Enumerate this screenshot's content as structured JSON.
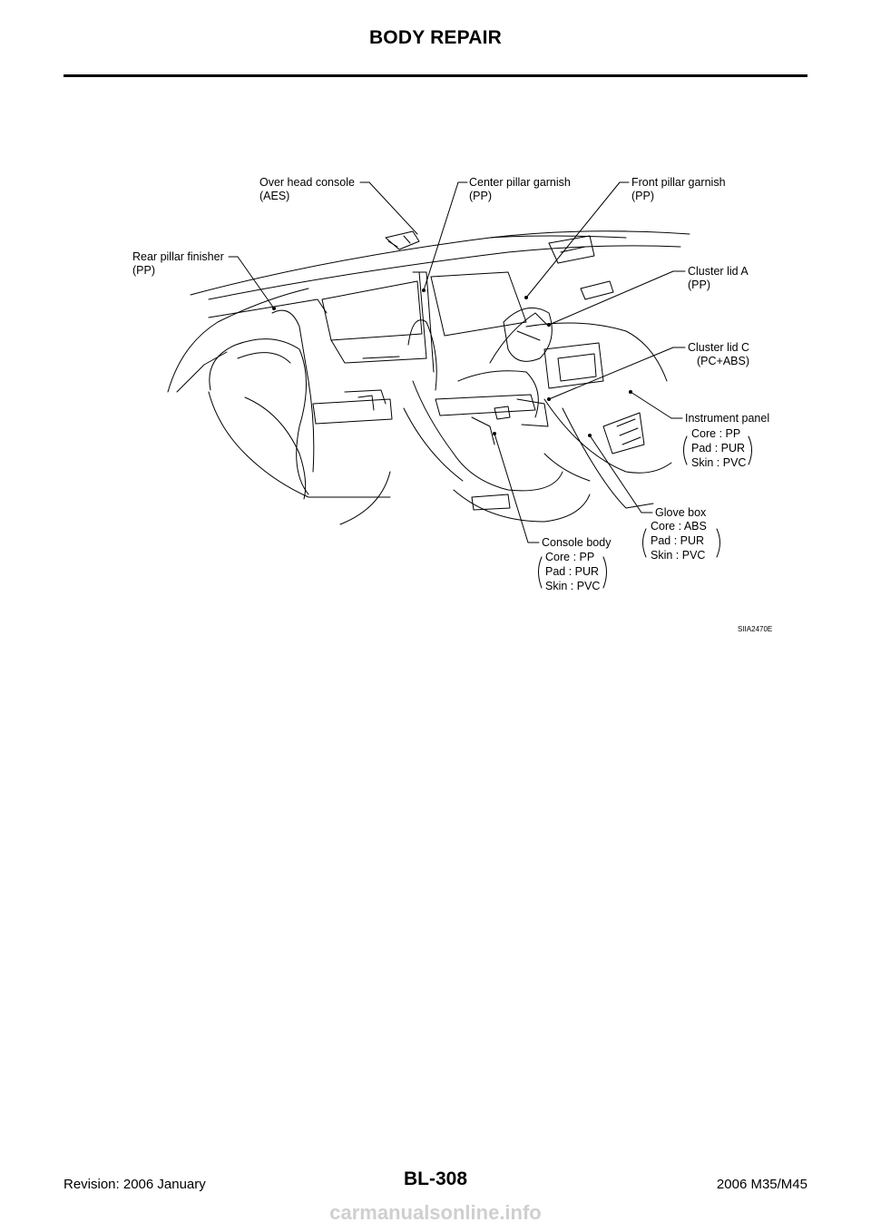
{
  "header": {
    "title": "BODY REPAIR"
  },
  "figure": {
    "labels": {
      "overhead_console": {
        "name": "Over head console",
        "material": "(AES)"
      },
      "center_pillar": {
        "name": "Center pillar garnish",
        "material": "(PP)"
      },
      "front_pillar": {
        "name": "Front pillar garnish",
        "material": "(PP)"
      },
      "rear_pillar": {
        "name": "Rear pillar finisher",
        "material": "(PP)"
      },
      "cluster_lid_a": {
        "name": "Cluster lid A",
        "material": "(PP)"
      },
      "cluster_lid_c": {
        "name": "Cluster lid C",
        "material": "(PC+ABS)"
      },
      "instrument_panel": {
        "name": "Instrument panel",
        "core": "Core : PP",
        "pad": "Pad : PUR",
        "skin": "Skin : PVC"
      },
      "glove_box": {
        "name": "Glove box",
        "core": "Core : ABS",
        "pad": "Pad : PUR",
        "skin": "Skin : PVC"
      },
      "console_body": {
        "name": "Console body",
        "core": "Core : PP",
        "pad": "Pad : PUR",
        "skin": "Skin : PVC"
      }
    },
    "code": "SIIA2470E"
  },
  "footer": {
    "revision": "Revision: 2006 January",
    "page": "BL-308",
    "model": "2006 M35/M45"
  },
  "watermark": "carmanualsonline.info"
}
